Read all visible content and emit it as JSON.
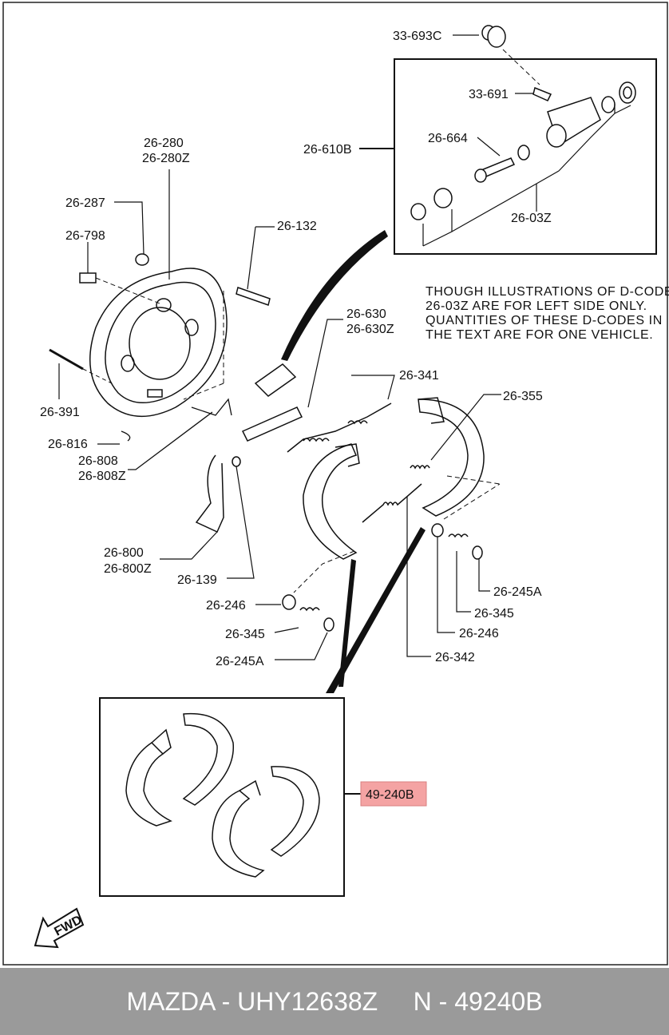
{
  "labels": {
    "p33_693c": "33-693C",
    "p33_691": "33-691",
    "p26_610b": "26-610B",
    "p26_664": "26-664",
    "p26_03z": "26-03Z",
    "p26_280": "26-280",
    "p26_280z": "26-280Z",
    "p26_287": "26-287",
    "p26_798": "26-798",
    "p26_132": "26-132",
    "p26_630": "26-630",
    "p26_630z": "26-630Z",
    "p26_391": "26-391",
    "p26_341": "26-341",
    "p26_355": "26-355",
    "p26_816": "26-816",
    "p26_808": "26-808",
    "p26_808z": "26-808Z",
    "p26_800": "26-800",
    "p26_800z": "26-800Z",
    "p26_139": "26-139",
    "p26_246_left": "26-246",
    "p26_345_left": "26-345",
    "p26_245a_left": "26-245A",
    "p26_245a_right": "26-245A",
    "p26_345_right": "26-345",
    "p26_246_right": "26-246",
    "p26_342": "26-342",
    "p49_240b": "49-240B"
  },
  "note": [
    "THOUGH  ILLUSTRATIONS  OF  D-CODE",
    "26-03Z   ARE  FOR  LEFT  SIDE  ONLY.",
    "QUANTITIES  OF  THESE  D-CODES  IN",
    "THE  TEXT  ARE  FOR  ONE VEHICLE."
  ],
  "fwd_label": "FWD",
  "footer_text": "MAZDA - UHY12638Z     N - 49240B",
  "colors": {
    "highlight": "#f4a3a3",
    "footer_bg": "#9a9a9a",
    "ink": "#111111"
  },
  "icons": [
    "fwd-arrow-icon"
  ]
}
